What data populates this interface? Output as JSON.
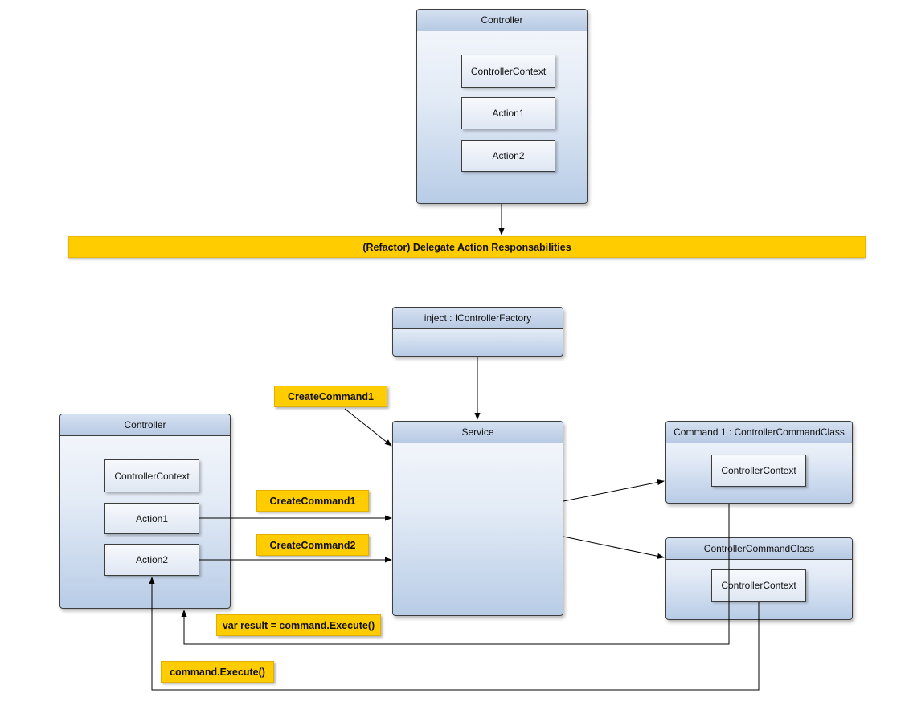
{
  "top_controller": {
    "title": "Controller",
    "items": [
      "ControllerContext",
      "Action1",
      "Action2"
    ]
  },
  "banner": "(Refactor) Delegate Action Responsabilities",
  "factory": {
    "title": "inject : IControllerFactory"
  },
  "controller": {
    "title": "Controller",
    "items": [
      "ControllerContext",
      "Action1",
      "Action2"
    ]
  },
  "service": {
    "title": "Service"
  },
  "command1": {
    "title": "Command 1 : ControllerCommandClass",
    "context": "ControllerContext"
  },
  "command2": {
    "title": "ControllerCommandClass",
    "context": "ControllerContext"
  },
  "notes": {
    "create_command1_top": "CreateCommand1",
    "create_command1": "CreateCommand1",
    "create_command2": "CreateCommand2",
    "var_result": "var result = command.Execute()",
    "command_execute": "command.Execute()"
  },
  "colors": {
    "note_fill": "#ffcc00",
    "container_header": "#b7c9e3",
    "container_body_bottom": "#b8cce6",
    "stroke": "#000000"
  }
}
